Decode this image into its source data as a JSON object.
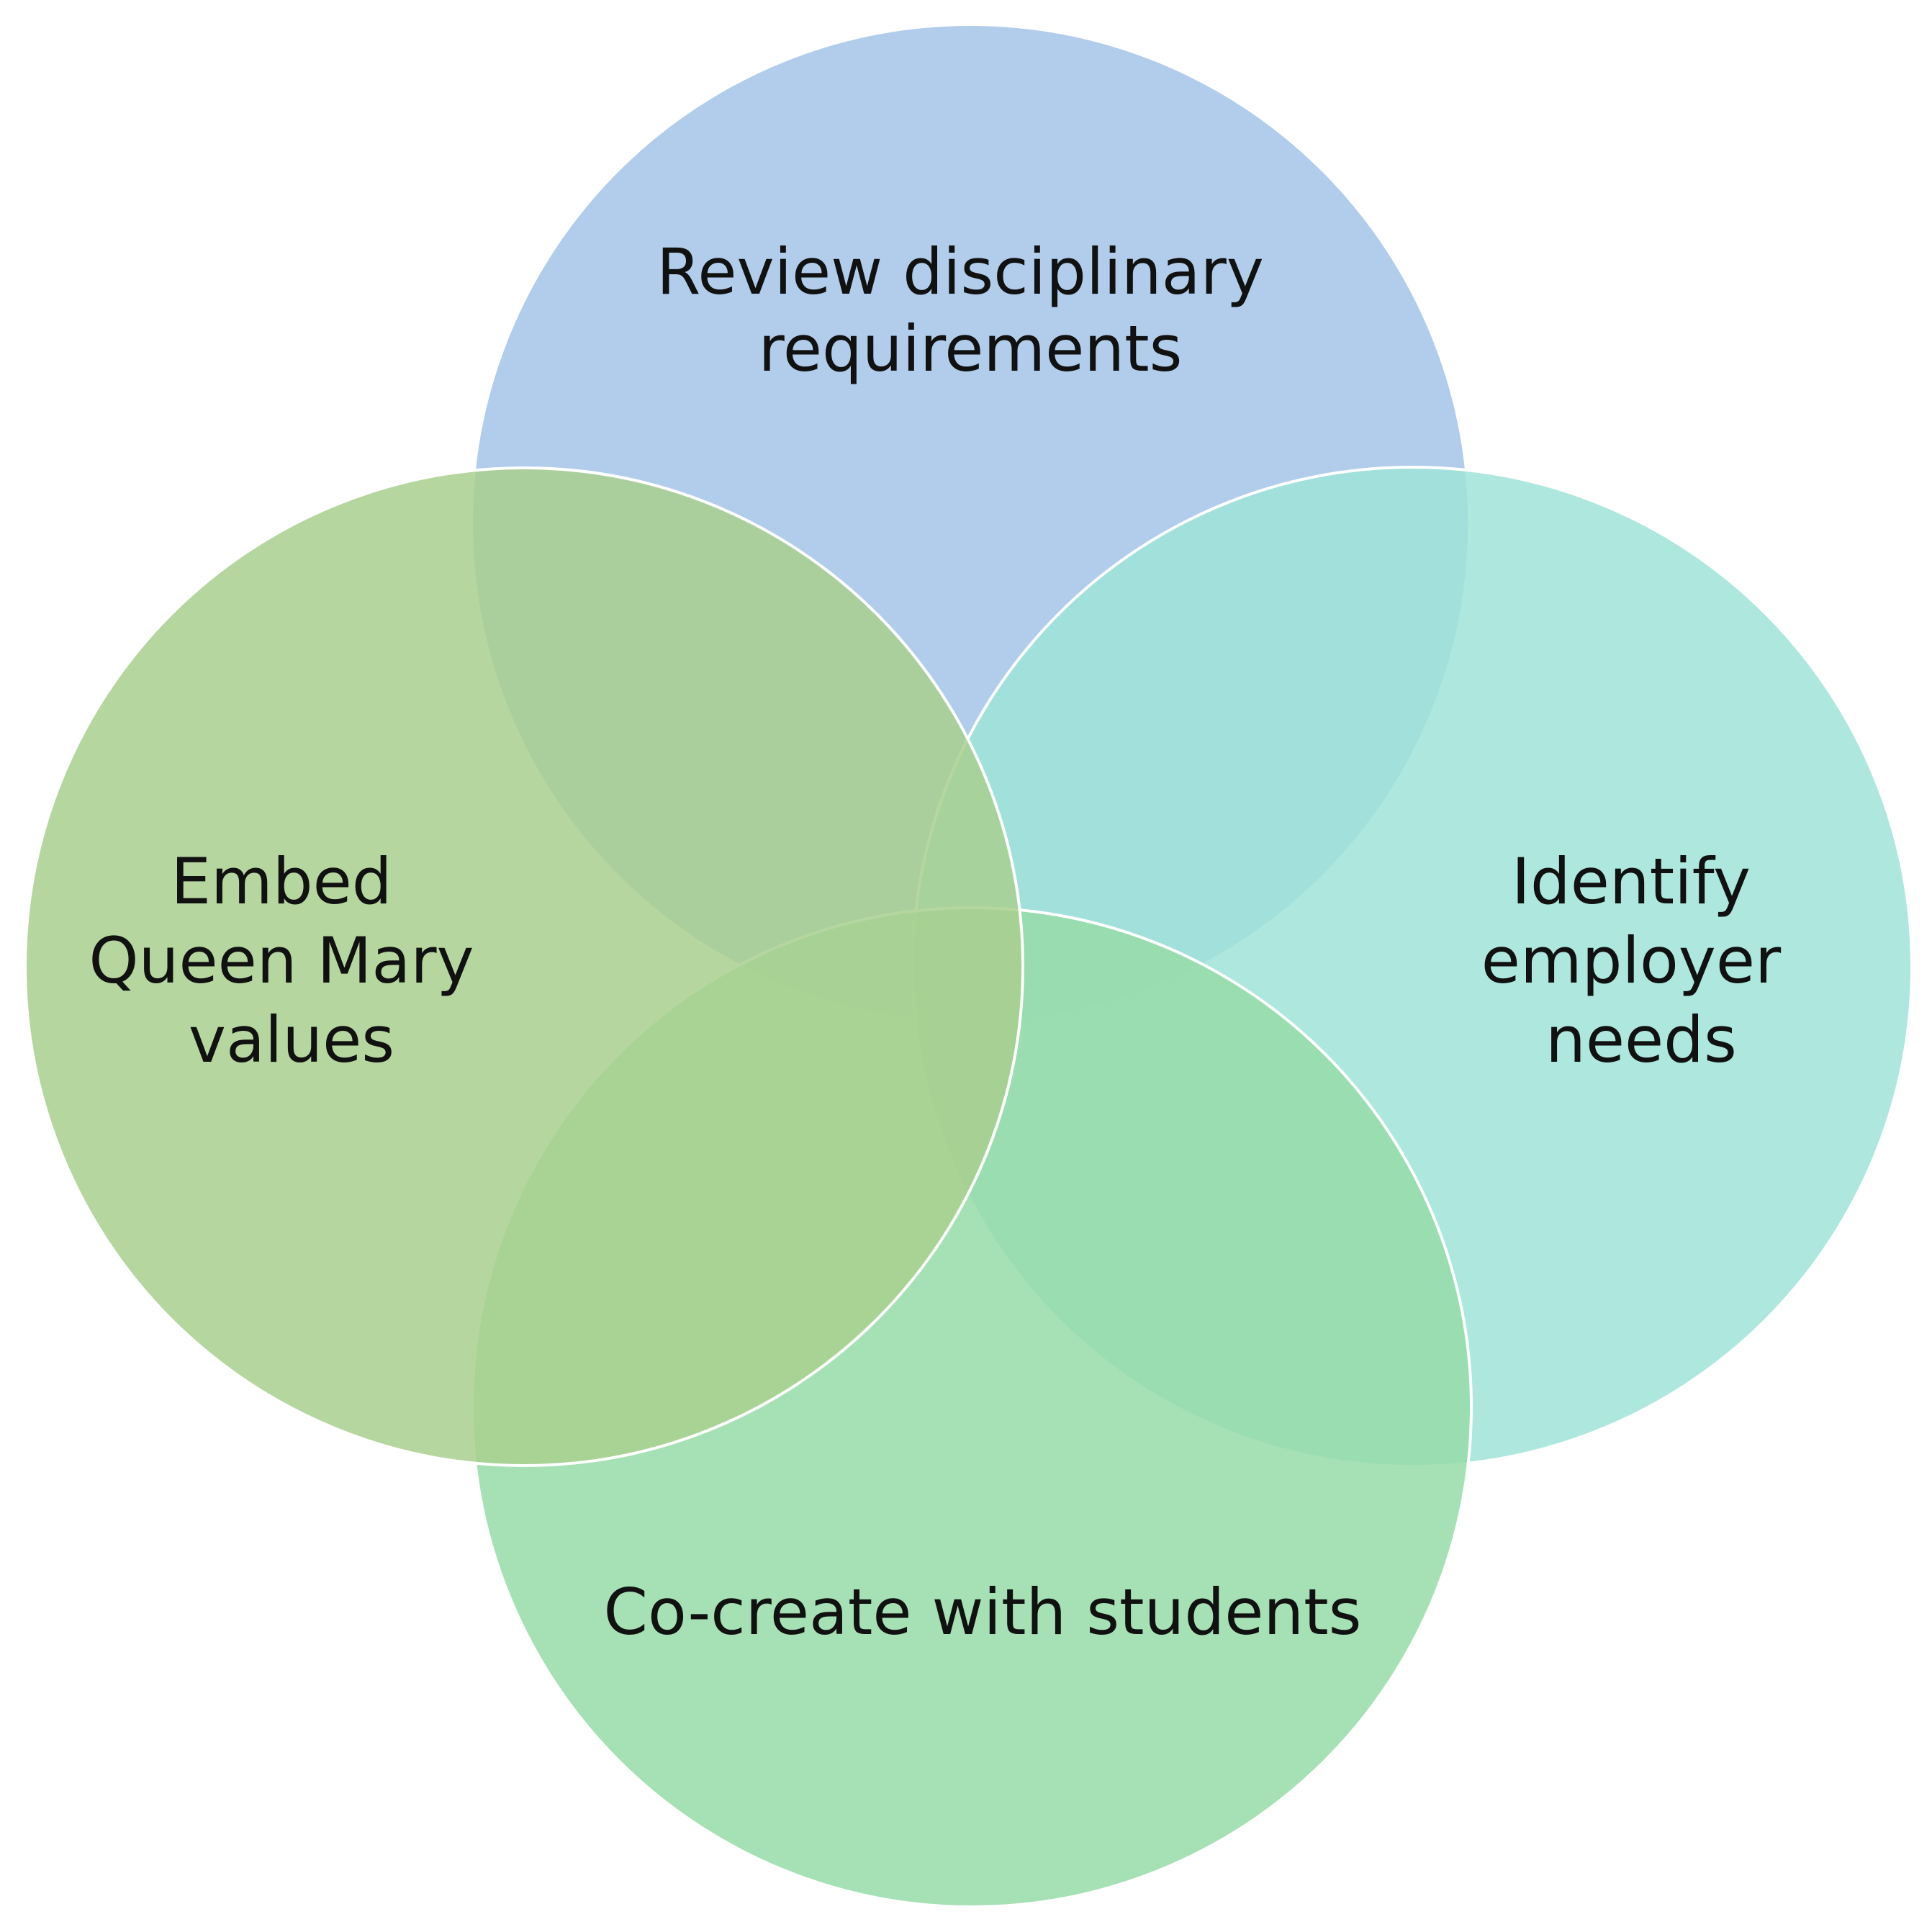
{
  "diagram": {
    "circles": [
      {
        "id": "top",
        "label_lines": [
          "Review disciplinary",
          "requirements"
        ],
        "color": "#a3c4e8"
      },
      {
        "id": "right",
        "label_lines": [
          "Identify",
          "employer",
          "needs"
        ],
        "color": "#9fe3d8"
      },
      {
        "id": "bottom",
        "label_lines": [
          "Co-create with students"
        ],
        "color": "#96dba8"
      },
      {
        "id": "left",
        "label_lines": [
          "Embed",
          "Queen Mary",
          "values"
        ],
        "color": "#a9cf8f"
      }
    ]
  }
}
